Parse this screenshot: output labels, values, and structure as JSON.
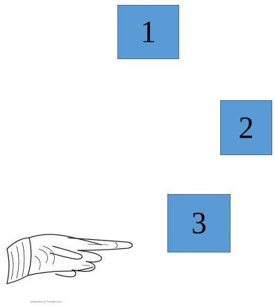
{
  "boxes": [
    {
      "label": "1"
    },
    {
      "label": "2"
    },
    {
      "label": "3"
    }
  ],
  "colors": {
    "box_fill": "#5b9bd5",
    "box_border": "#41719c",
    "background": "#ffffff"
  },
  "illustration": {
    "icon": "pointing-hand-icon",
    "credit": "designed by Freepik.com"
  }
}
